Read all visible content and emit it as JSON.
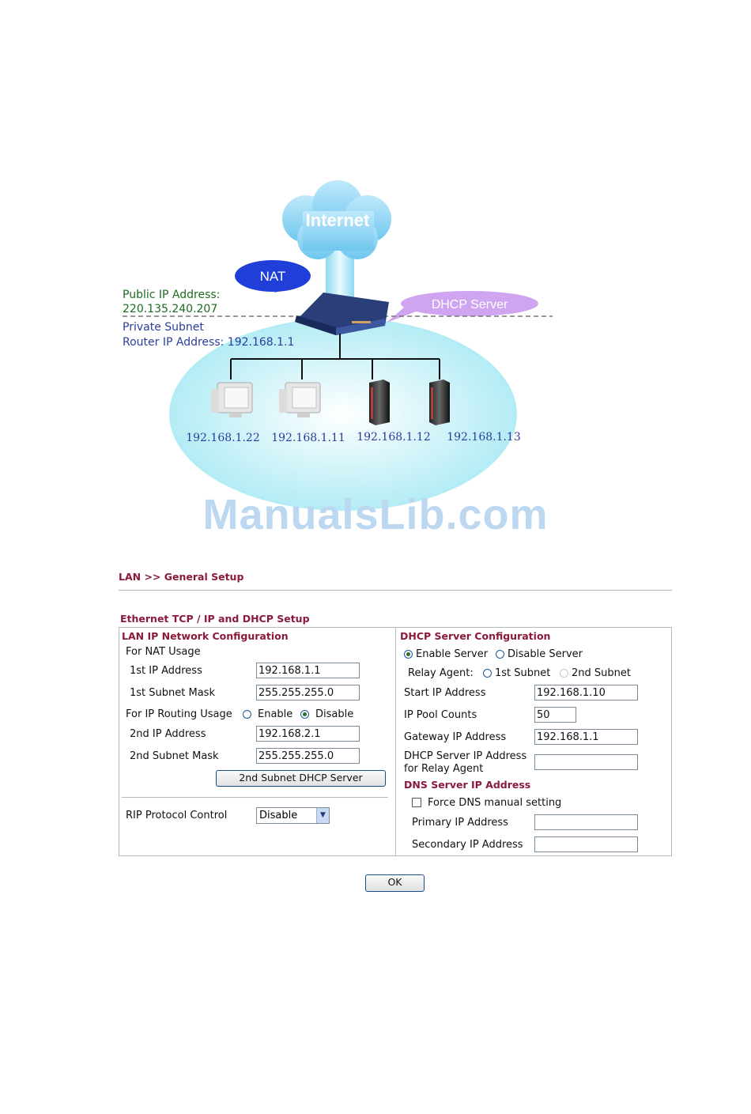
{
  "diagram": {
    "cloud_label": "Internet",
    "nat_label": "NAT",
    "dhcp_label": "DHCP Server",
    "public_ip_label": "Public IP Address:",
    "public_ip_value": "220.135.240.207",
    "private_subnet_label": "Private Subnet",
    "router_ip_label": "Router IP Address: 192.168.1.1",
    "hosts": [
      "192.168.1.22",
      "192.168.1.11",
      "192.168.1.12",
      "192.168.1.13"
    ]
  },
  "watermark": "ManualsLib.com",
  "breadcrumb": "LAN >> General Setup",
  "section_title": "Ethernet TCP / IP and DHCP Setup",
  "lan": {
    "title": "LAN IP Network Configuration",
    "nat_usage": "For NAT Usage",
    "ip1_label": "1st IP Address",
    "ip1_value": "192.168.1.1",
    "mask1_label": "1st Subnet Mask",
    "mask1_value": "255.255.255.0",
    "routing_usage": "For IP Routing Usage",
    "enable": "Enable",
    "disable": "Disable",
    "ip2_label": "2nd IP Address",
    "ip2_value": "192.168.2.1",
    "mask2_label": "2nd Subnet Mask",
    "mask2_value": "255.255.255.0",
    "dhcp2_button": "2nd Subnet DHCP Server",
    "rip_label": "RIP Protocol Control",
    "rip_value": "Disable"
  },
  "dhcp": {
    "title": "DHCP Server Configuration",
    "enable_server": "Enable Server",
    "disable_server": "Disable Server",
    "relay_agent": "Relay Agent:",
    "subnet1": "1st Subnet",
    "subnet2": "2nd Subnet",
    "start_ip_label": "Start IP Address",
    "start_ip_value": "192.168.1.10",
    "pool_label": "IP Pool Counts",
    "pool_value": "50",
    "gateway_label": "Gateway IP Address",
    "gateway_value": "192.168.1.1",
    "relay_ip_label1": "DHCP Server IP Address",
    "relay_ip_label2": "for Relay Agent",
    "relay_ip_value": "",
    "dns_title": "DNS Server IP Address",
    "force_dns": "Force DNS manual setting",
    "primary_label": "Primary IP Address",
    "primary_value": "",
    "secondary_label": "Secondary IP Address",
    "secondary_value": ""
  },
  "ok_button": "OK",
  "colors": {
    "title": "#8b1a3a",
    "public_ip": "#1e6b1e",
    "private": "#2b3d9c"
  }
}
